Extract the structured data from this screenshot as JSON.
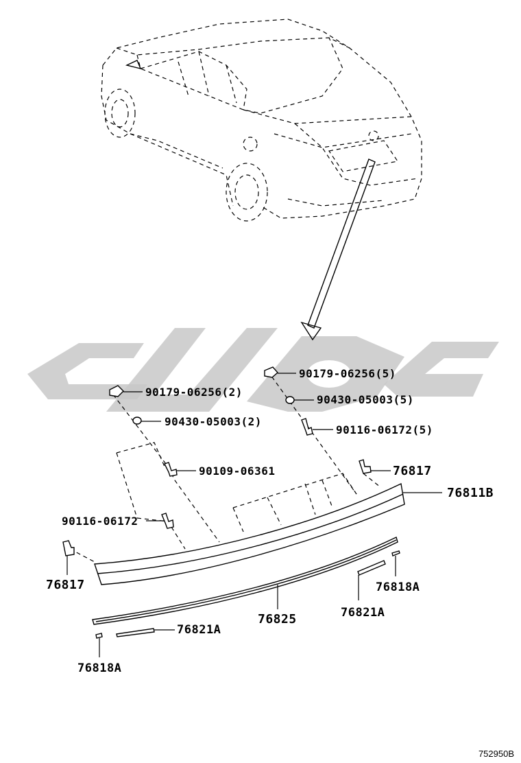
{
  "parts": [
    {
      "id": "p1",
      "label": "90179-06256(5)"
    },
    {
      "id": "p2",
      "label": "90430-05003(5)"
    },
    {
      "id": "p3",
      "label": "90116-06172(5)"
    },
    {
      "id": "p4",
      "label": "90179-06256(2)"
    },
    {
      "id": "p5",
      "label": "90430-05003(2)"
    },
    {
      "id": "p6",
      "label": "90109-06361"
    },
    {
      "id": "p7",
      "label": "76817"
    },
    {
      "id": "p8",
      "label": "76811B"
    },
    {
      "id": "p9",
      "label": "90116-06172"
    },
    {
      "id": "p10",
      "label": "76817"
    },
    {
      "id": "p11",
      "label": "76818A"
    },
    {
      "id": "p12",
      "label": "76825"
    },
    {
      "id": "p13",
      "label": "76821A"
    },
    {
      "id": "p14",
      "label": "76821A"
    },
    {
      "id": "p15",
      "label": "76818A"
    }
  ],
  "drawing_id": "752950B"
}
